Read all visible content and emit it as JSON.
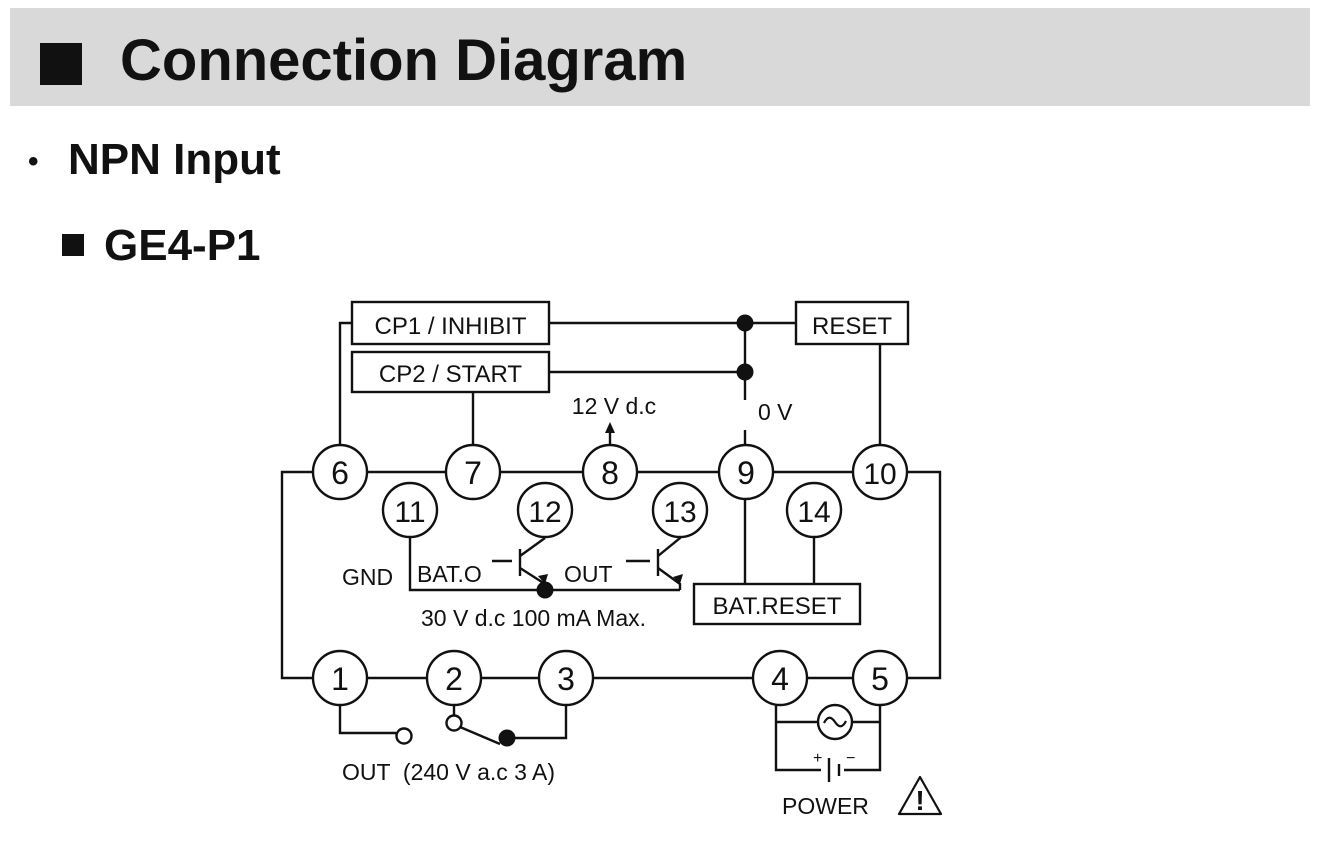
{
  "header": {
    "title": "Connection Diagram"
  },
  "section": {
    "bullet": "•",
    "title": "NPN Input"
  },
  "model": {
    "title": "GE4-P1"
  },
  "diagram": {
    "boxes": {
      "cp1": "CP1 / INHIBIT",
      "cp2": "CP2 / START",
      "reset": "RESET",
      "bat_reset": "BAT.RESET"
    },
    "terminals": {
      "t1": "1",
      "t2": "2",
      "t3": "3",
      "t4": "4",
      "t5": "5",
      "t6": "6",
      "t7": "7",
      "t8": "8",
      "t9": "9",
      "t10": "10",
      "t11": "11",
      "t12": "12",
      "t13": "13",
      "t14": "14"
    },
    "labels": {
      "supply": "12 V d.c",
      "zero_v": "0 V",
      "gnd": "GND",
      "bat_o": "BAT.O",
      "out_tr": "OUT",
      "transistor_rating": "30 V d.c 100 mA Max.",
      "relay_out": "OUT  (240 V a.c 3 A)",
      "power": "POWER",
      "plus": "+",
      "minus": "−",
      "warning_mark": "!"
    }
  }
}
